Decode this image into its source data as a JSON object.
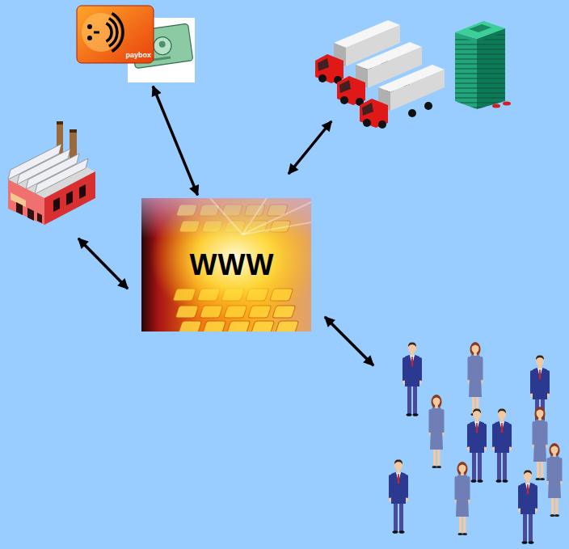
{
  "diagram": {
    "nodes": [
      {
        "text": [
          "paybox"
        ]
      },
      {
        "text": [
          "WWW"
        ]
      }
    ],
    "edges": [
      {
        "from": 0,
        "to": 1,
        "arrow": "both"
      }
    ]
  }
}
